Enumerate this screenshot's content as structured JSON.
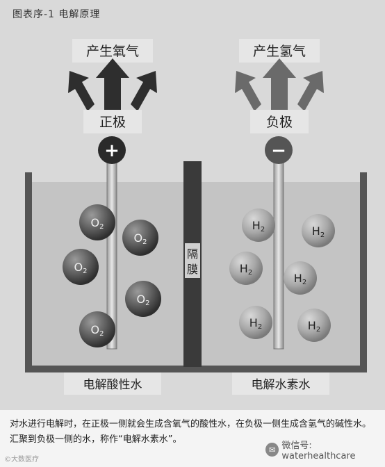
{
  "figure_title": "图表序-1 电解原理",
  "left": {
    "top_label": "产生氧气",
    "electrode_label": "正极",
    "electrode_sign": "+",
    "solution_label": "电解酸性水",
    "bubble_text": "O2"
  },
  "right": {
    "top_label": "产生氢气",
    "electrode_label": "负极",
    "electrode_sign": "−",
    "solution_label": "电解水素水",
    "bubble_text": "H2"
  },
  "membrane_label": "隔膜",
  "caption": "对水进行电解时，在正极一侧就会生成含氧气的酸性水，在负极一侧生成含氢气的碱性水。汇聚到负极一侧的水，称作“电解水素水”。",
  "watermark_left": "©大数医疗",
  "watermark_right": "微信号: waterhealthcare",
  "colors": {
    "background": "#d9d9d9",
    "water": "#c2c2c2",
    "tank": "#555555",
    "membrane": "#3a3a3a",
    "electrode_plus": "#2a2a2a",
    "electrode_minus": "#555555"
  }
}
